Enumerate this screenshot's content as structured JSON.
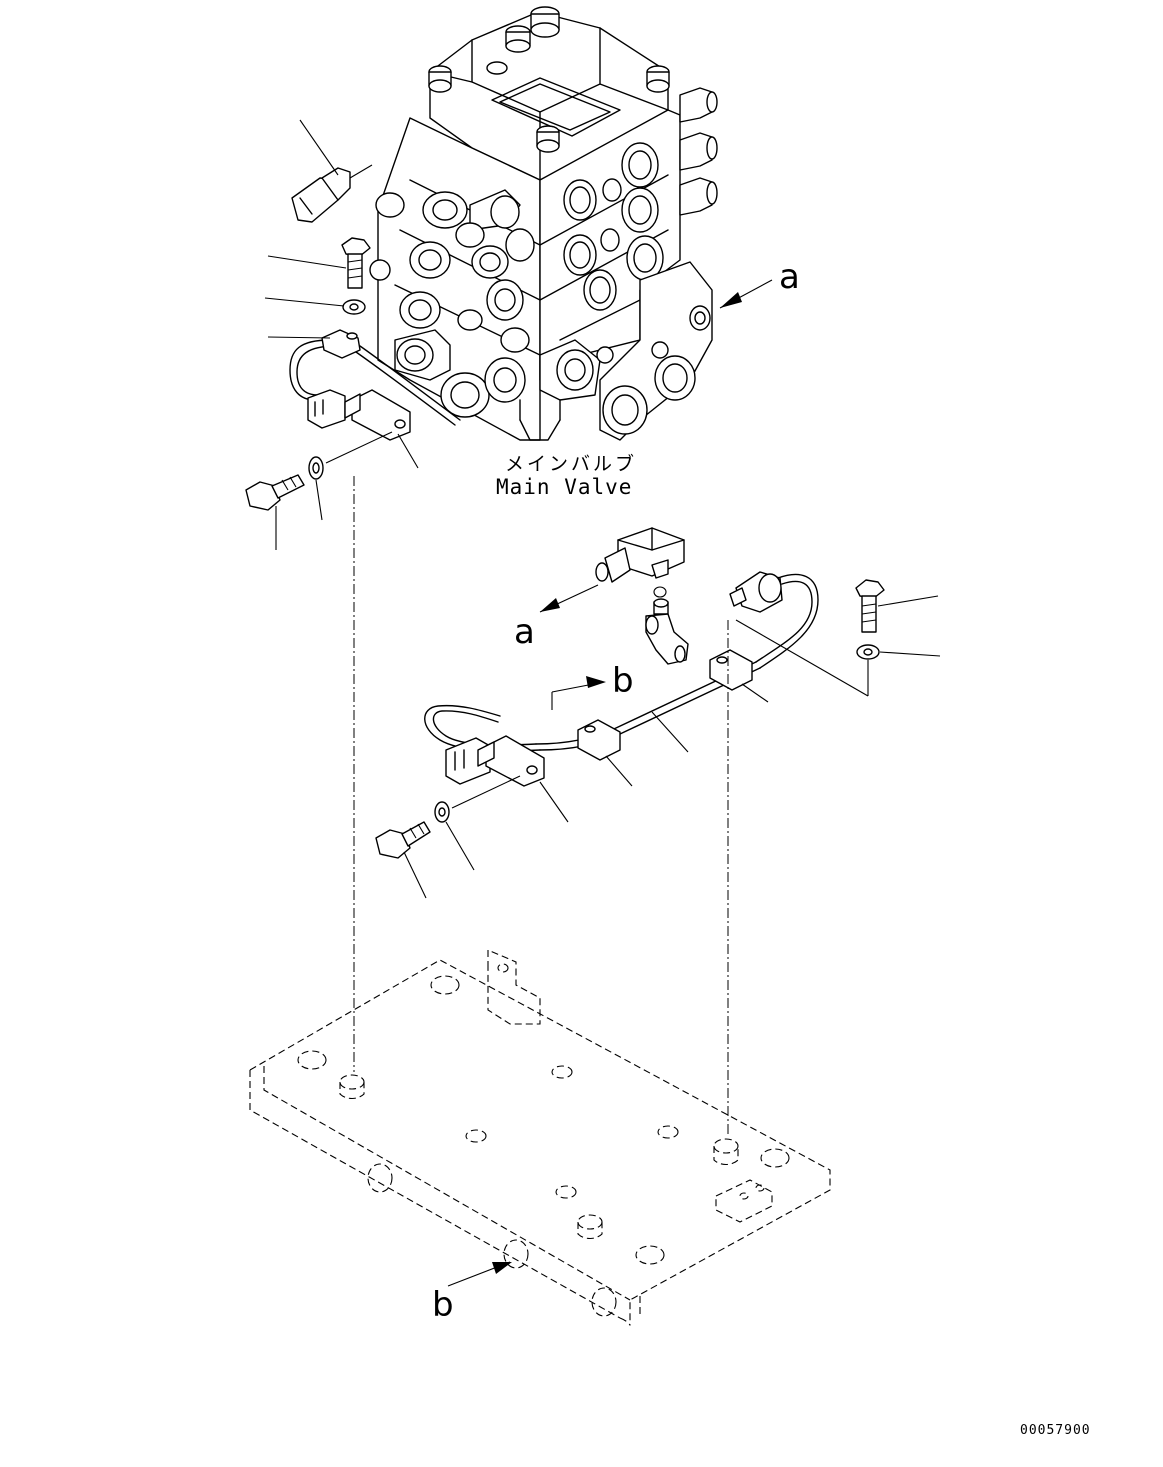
{
  "component_label": {
    "jp": "メインバルブ",
    "en": "Main Valve"
  },
  "view_markers": {
    "a_upper": "a",
    "a_lower": "a",
    "b_upper": "b",
    "b_lower": "b"
  },
  "drawing_number": "00057900"
}
